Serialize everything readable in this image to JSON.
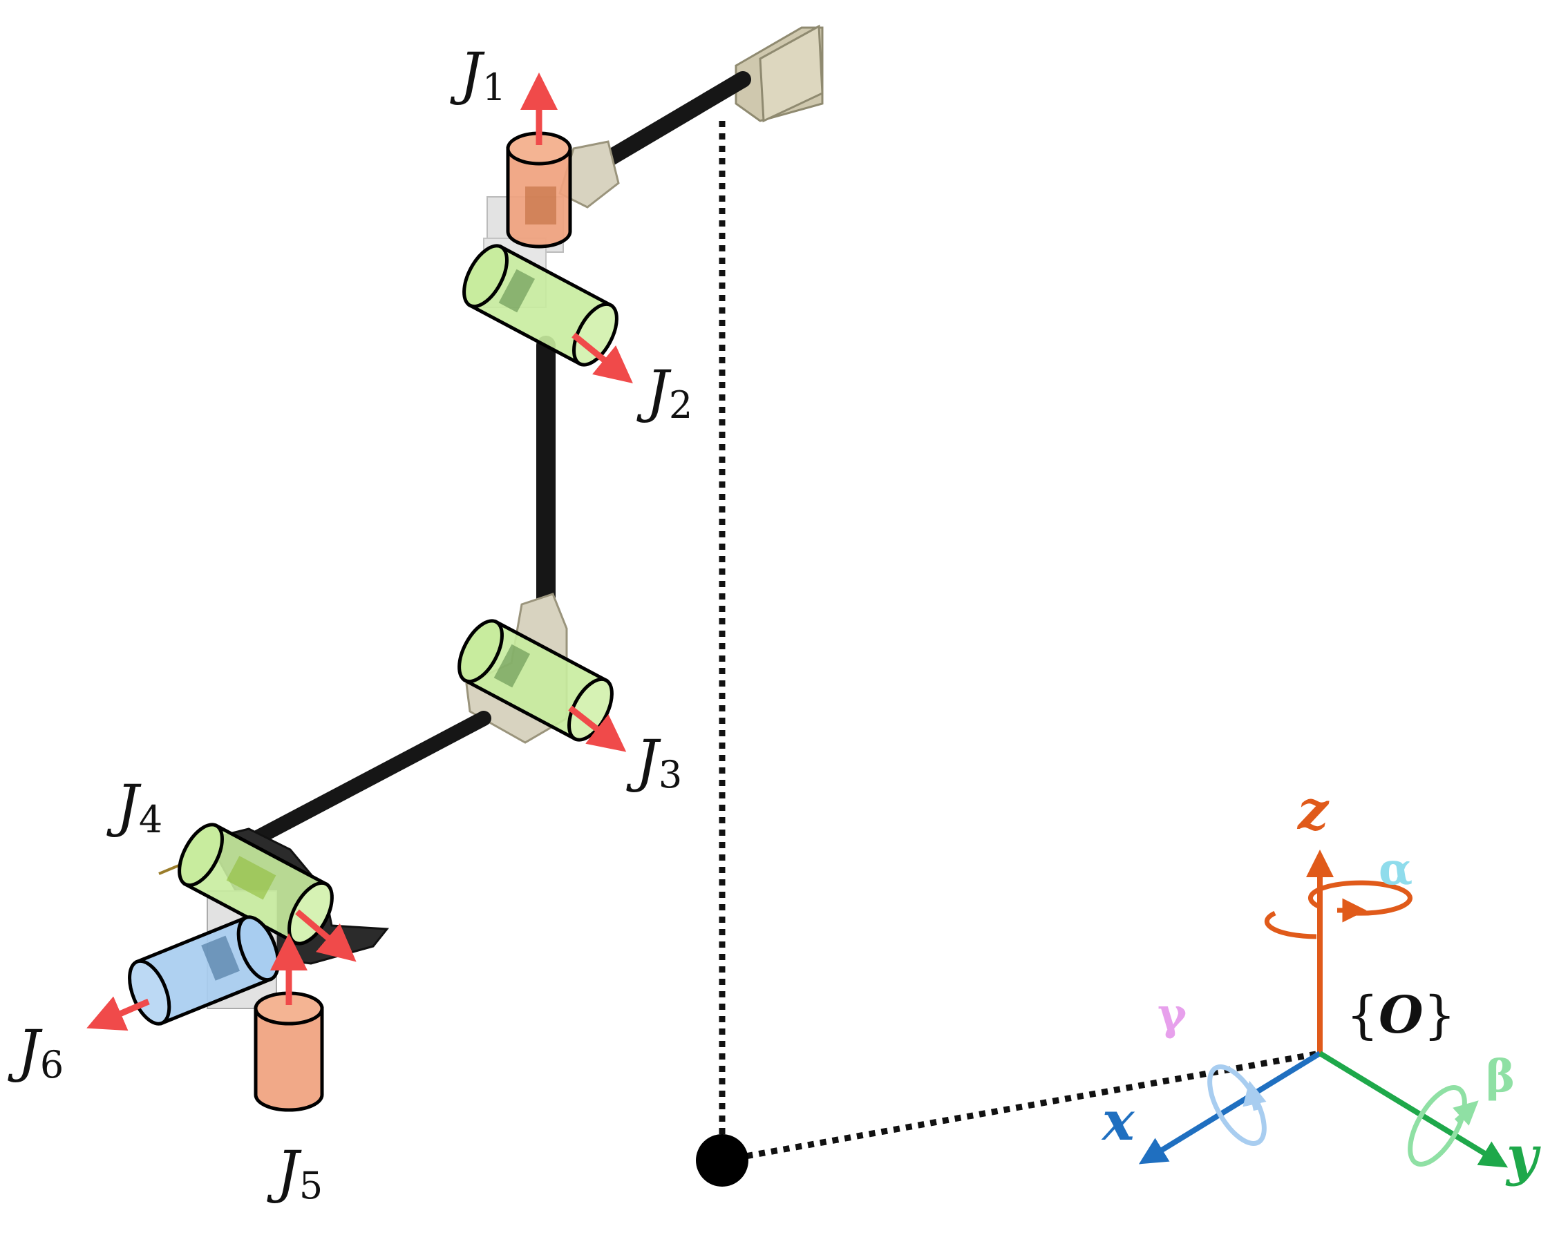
{
  "joints": [
    {
      "id": "J1",
      "letter": "J",
      "sub": "1",
      "color": "#f0a27e"
    },
    {
      "id": "J2",
      "letter": "J",
      "sub": "2",
      "color": "#c8ec9e"
    },
    {
      "id": "J3",
      "letter": "J",
      "sub": "3",
      "color": "#c8ec9e"
    },
    {
      "id": "J4",
      "letter": "J",
      "sub": "4",
      "color": "#c8ec9e"
    },
    {
      "id": "J5",
      "letter": "J",
      "sub": "5",
      "color": "#f0a27e"
    },
    {
      "id": "J6",
      "letter": "J",
      "sub": "6",
      "color": "#a8cdf0"
    }
  ],
  "frame": {
    "label_open": "{",
    "label_o": "O",
    "label_close": "}",
    "axes": {
      "x": {
        "label": "x",
        "color": "#1f6fc0"
      },
      "y": {
        "label": "y",
        "color": "#1ea84a"
      },
      "z": {
        "label": "z",
        "color": "#e05a1a"
      }
    },
    "rotations": {
      "alpha": {
        "label": "α",
        "color": "#8fdcec"
      },
      "beta": {
        "label": "β",
        "color": "#8fe0a4"
      },
      "gamma": {
        "label": "γ",
        "color": "#e7a0ec"
      }
    }
  },
  "colors": {
    "arrow": "#f04a4a",
    "link": "#161616",
    "bracket": "#d8d3c0"
  }
}
